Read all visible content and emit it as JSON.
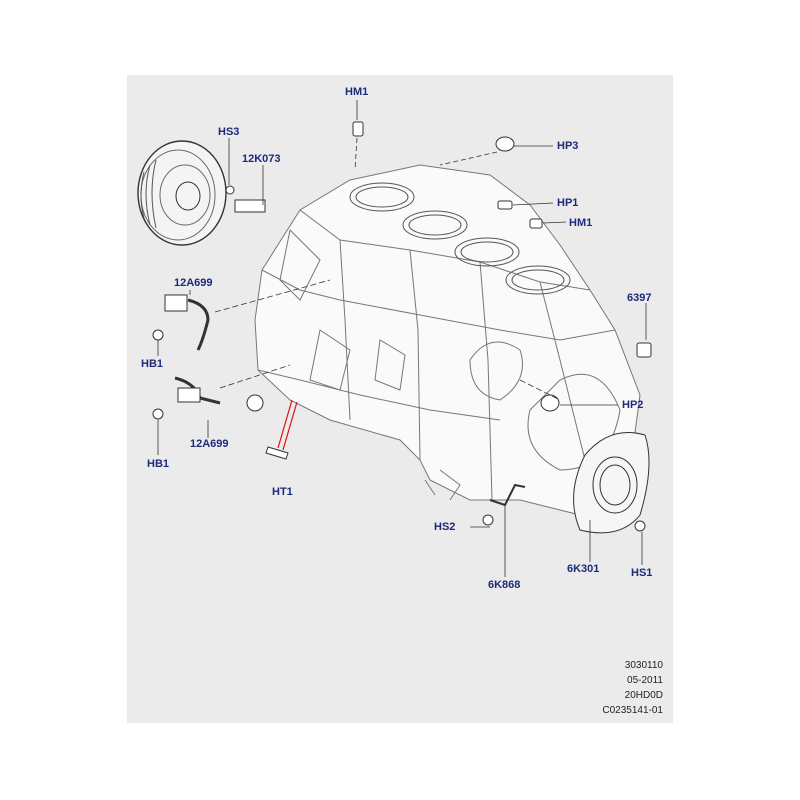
{
  "callouts": {
    "hm1_top": "HM1",
    "hs3": "HS3",
    "k12k073": "12K073",
    "hp3": "HP3",
    "hp1": "HP1",
    "hm1_right": "HM1",
    "a12a699_top": "12A699",
    "k6397": "6397",
    "hb1_top": "HB1",
    "hp2": "HP2",
    "hb1_bottom": "HB1",
    "a12a699_bottom": "12A699",
    "ht1": "HT1",
    "hs2": "HS2",
    "k6k868": "6K868",
    "k6k301": "6K301",
    "hs1": "HS1"
  },
  "footer": {
    "line1": "3030110",
    "line2": "05-2011",
    "line3": "20HD0D",
    "line4": "C0235141-01"
  },
  "colors": {
    "label": "#1d2a7a",
    "panel": "#ebebeb",
    "accent_line": "#e01010"
  }
}
